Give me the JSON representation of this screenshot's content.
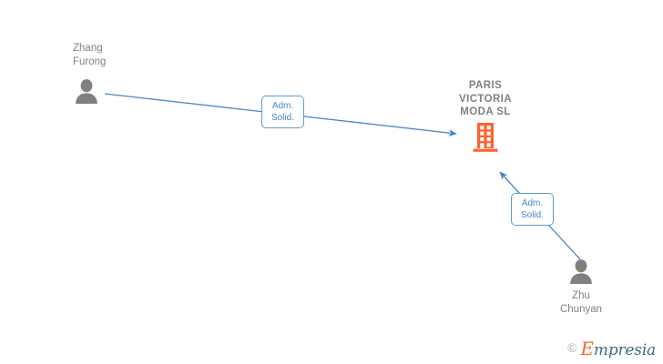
{
  "graph": {
    "background_color": "#ffffff",
    "edge_color": "#4a86c8",
    "company_color": "#fa6432",
    "person_color": "#808080",
    "label_text_color": "#4a86c8",
    "nodes": {
      "person_top_left": {
        "type": "person",
        "icon": "person-icon",
        "label": "Zhang\nFurong"
      },
      "person_bottom_right": {
        "type": "person",
        "icon": "person-icon",
        "label": "Zhu\nChunyan"
      },
      "company": {
        "type": "company",
        "icon": "company-building-icon",
        "label": "PARIS\nVICTORIA\nMODA  SL"
      }
    },
    "edges": [
      {
        "from": "person_top_left",
        "to": "company",
        "label": "Adm.\nSolid.",
        "direction": "to-company"
      },
      {
        "from": "person_bottom_right",
        "to": "company",
        "label": "Adm.\nSolid.",
        "direction": "to-company"
      }
    ]
  },
  "watermark": {
    "copyright": "©",
    "brand_initial": "E",
    "brand_rest": "mpresia"
  }
}
